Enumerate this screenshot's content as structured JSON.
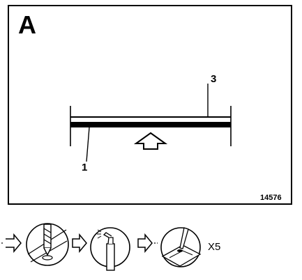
{
  "panel": {
    "letter": "A",
    "reference_number": "14576"
  },
  "callouts": {
    "part_1": "1",
    "part_3": "3"
  },
  "procedure_strip": {
    "steps": [
      "drill-icon",
      "sealant-cartridge-icon",
      "spatula-spread-icon"
    ],
    "repeat_label": "X5"
  }
}
